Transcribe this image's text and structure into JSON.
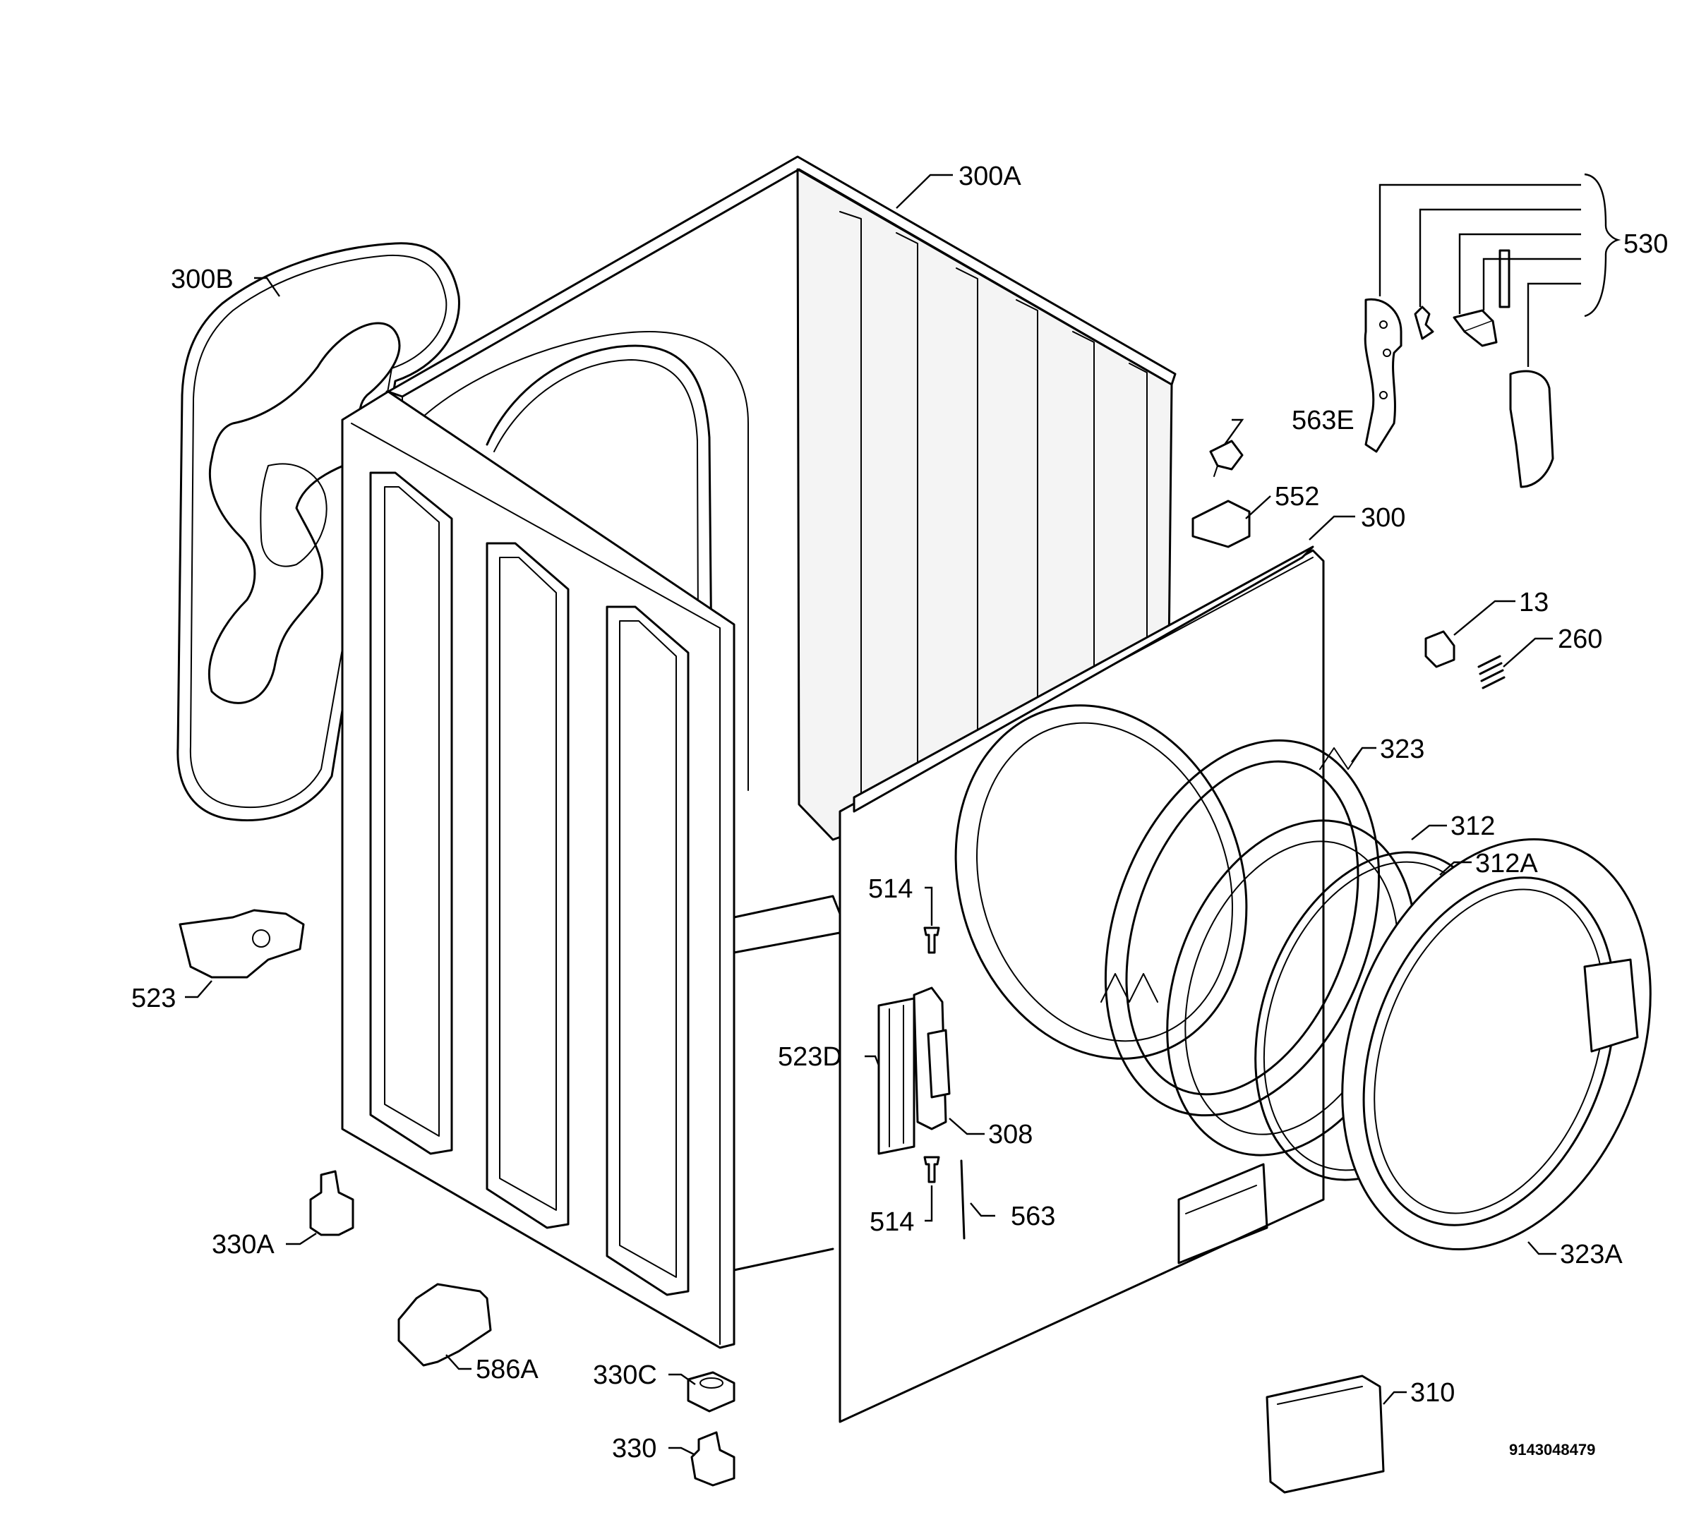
{
  "labels": {
    "l_300A": "300A",
    "l_300B": "300B",
    "l_530": "530",
    "l_563E": "563E",
    "l_552": "552",
    "l_300": "300",
    "l_13": "13",
    "l_260": "260",
    "l_323": "323",
    "l_312": "312",
    "l_312A": "312A",
    "l_514_top": "514",
    "l_514_bottom": "514",
    "l_523": "523",
    "l_523D": "523D",
    "l_308": "308",
    "l_563": "563",
    "l_323A": "323A",
    "l_330A": "330A",
    "l_586A": "586A",
    "l_330C": "330C",
    "l_330": "330",
    "l_310": "310"
  },
  "drawing_code": "9143048479"
}
